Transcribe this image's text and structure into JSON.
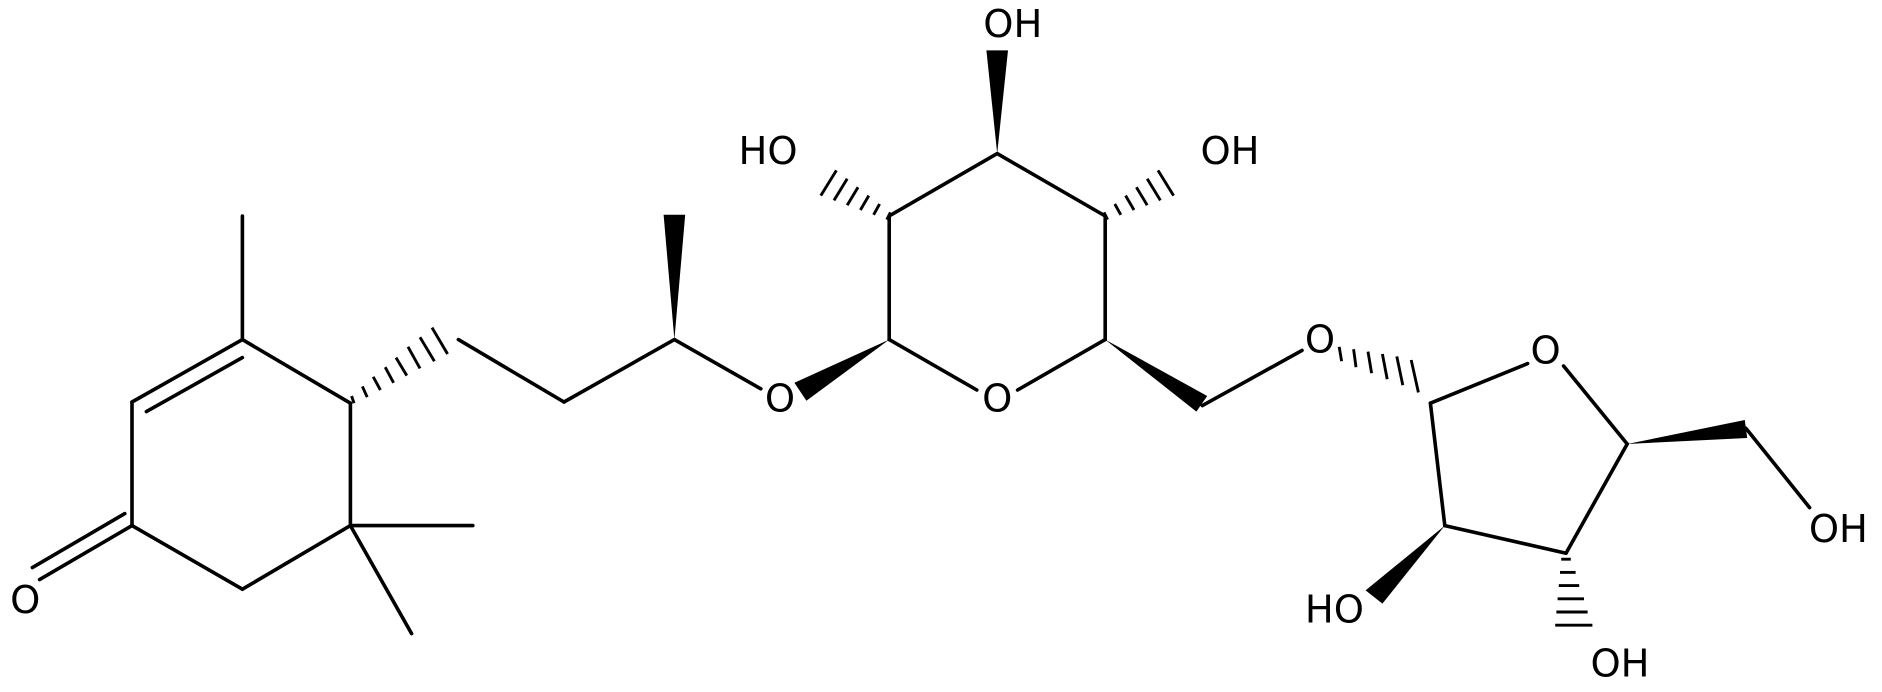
{
  "atoms": {
    "ketone_o": "O",
    "ether_o1": "O",
    "ring_o1": "O",
    "ether_o2": "O",
    "ring_o2": "O",
    "hydroxyls": {
      "glc_c2": "HO",
      "glc_c3": "OH",
      "glc_c4": "OH",
      "fur_c2": "HO",
      "fur_c3": "OH",
      "fur_c5": "OH"
    }
  },
  "colors": {
    "bond": "#000000",
    "background": "#ffffff"
  }
}
